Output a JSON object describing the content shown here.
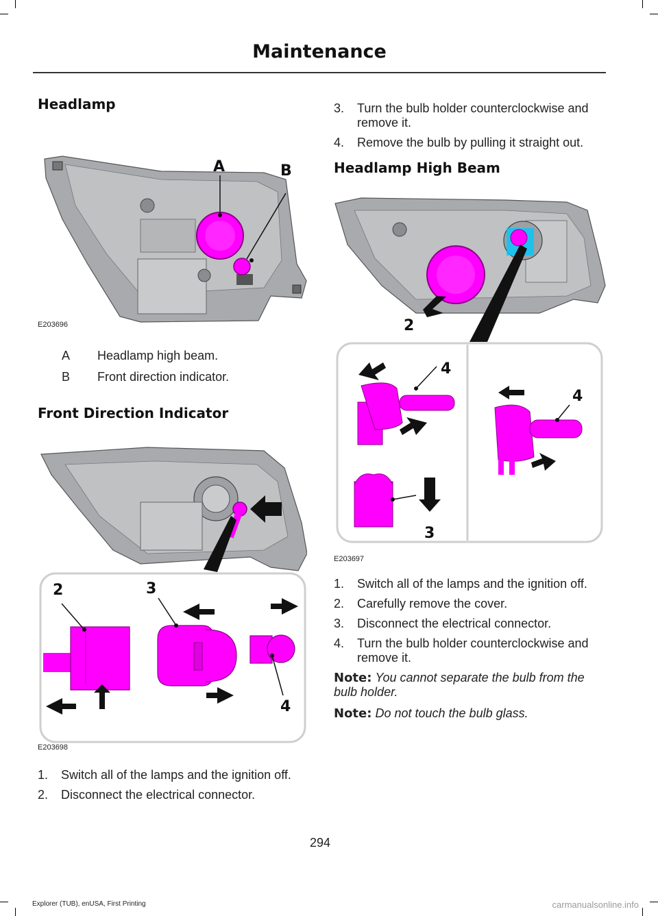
{
  "header": {
    "title": "Maintenance"
  },
  "colors": {
    "highlight": "#ff00ff",
    "body_gray": "#a8aaad",
    "panel_border": "#cfcfcf"
  },
  "left": {
    "headlamp": {
      "heading": "Headlamp",
      "figure": {
        "code": "E203696",
        "callouts": [
          "A",
          "B"
        ]
      },
      "legend": [
        {
          "key": "A",
          "text": "Headlamp high beam."
        },
        {
          "key": "B",
          "text": "Front direction indicator."
        }
      ]
    },
    "indicator": {
      "heading": "Front Direction Indicator",
      "figure": {
        "code": "E203698",
        "callouts": [
          "2",
          "3",
          "4"
        ]
      },
      "steps": [
        {
          "num": "1.",
          "text": "Switch all of the lamps and the ignition off."
        },
        {
          "num": "2.",
          "text": "Disconnect the electrical connector."
        }
      ]
    }
  },
  "right": {
    "cont_steps": [
      {
        "num": "3.",
        "text": "Turn the bulb holder counterclockwise and remove it."
      },
      {
        "num": "4.",
        "text": "Remove the bulb by pulling it straight out."
      }
    ],
    "highbeam": {
      "heading": "Headlamp High Beam",
      "figure": {
        "code": "E203697",
        "callouts": [
          "2",
          "4",
          "4",
          "3"
        ]
      },
      "steps": [
        {
          "num": "1.",
          "text": "Switch all of the lamps and the ignition off."
        },
        {
          "num": "2.",
          "text": "Carefully remove the cover."
        },
        {
          "num": "3.",
          "text": "Disconnect the electrical connector."
        },
        {
          "num": "4.",
          "text": "Turn the bulb holder counterclockwise and remove it."
        }
      ],
      "notes": [
        {
          "label": "Note:",
          "text": "You cannot separate the bulb from the bulb holder."
        },
        {
          "label": "Note:",
          "text": "Do not touch the bulb glass."
        }
      ]
    }
  },
  "page_number": "294",
  "footer": "Explorer (TUB), enUSA, First Printing",
  "watermark": "carmanualsonline.info"
}
